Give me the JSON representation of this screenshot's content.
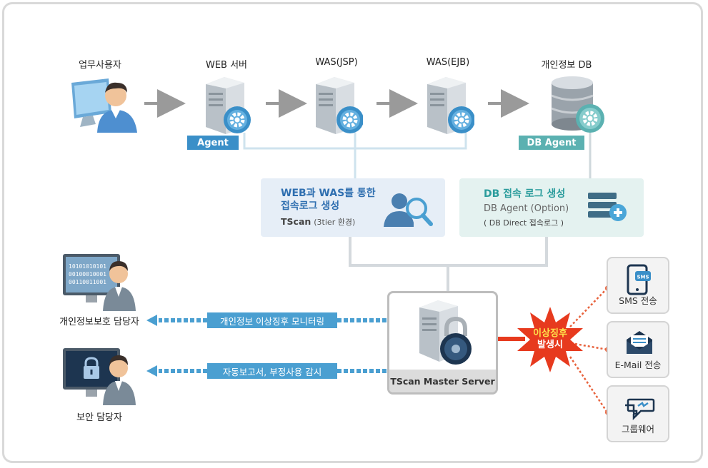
{
  "flow": {
    "business_user": "업무사용자",
    "web_server": "WEB 서버",
    "was_jsp": "WAS(JSP)",
    "was_ejb": "WAS(EJB)",
    "personal_db": "개인정보 DB",
    "agent_tag": "Agent",
    "db_agent_tag": "DB Agent"
  },
  "panels": {
    "left": {
      "title_line1": "WEB과 WAS를 통한",
      "title_line2": "접속로그 생성",
      "sub_strong": "TScan",
      "sub_small": "(3tier 환경)"
    },
    "right": {
      "title": "DB 접속 로그 생성",
      "line2": "DB Agent (Option)",
      "line3": "( DB Direct 접속로그 )"
    }
  },
  "master": {
    "label": "TScan Master Server"
  },
  "monitoring": {
    "privacy_manager": "개인정보보호 담당자",
    "security_manager": "보안 담당자",
    "monitor_label": "개인정보 이상징후 모니터링",
    "report_label": "자동보고서, 부정사용 감시",
    "binary_lines": [
      "10101010101",
      "00100010001",
      "00110011001"
    ]
  },
  "alert": {
    "burst_line1": "이상징후",
    "burst_line2": "발생시",
    "sms_badge": "SMS",
    "sms": "SMS 전송",
    "email": "E-Mail 전송",
    "groupware": "그룹웨어"
  },
  "colors": {
    "agent_blue": "#3a8fc8",
    "db_teal": "#5bb1b1",
    "panel_left": "#e6eef7",
    "panel_right": "#e4f2f0",
    "alert_red": "#e73a1e",
    "connector": "#d4d9dd"
  }
}
